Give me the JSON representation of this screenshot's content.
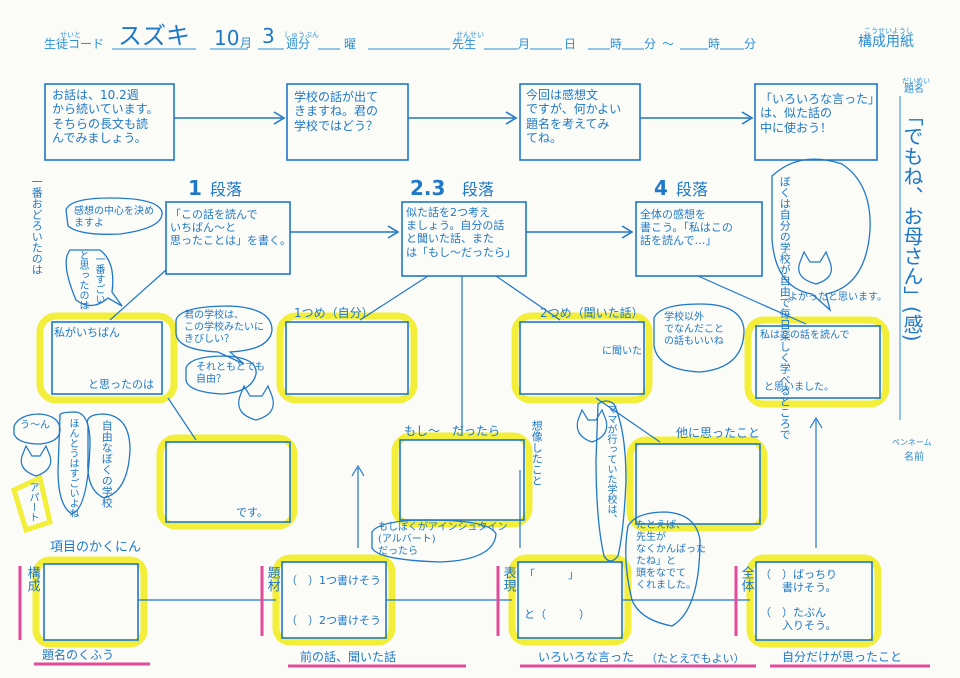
{
  "header": {
    "student_code_label": "生徒コード",
    "student_code_ruby": "せいと",
    "student_name": "スズキ",
    "month": "10",
    "month_unit": "月",
    "week_num": "3",
    "week_unit": "週分",
    "week_ruby": "しゅうぶん",
    "day_unit": "曜",
    "teacher_label": "先生",
    "teacher_ruby": "せんせい",
    "date_month": "月",
    "date_day": "日",
    "hour": "時",
    "minute": "分",
    "tilde": "～",
    "hour2": "時",
    "minute2": "分",
    "form_title": "構成用紙",
    "form_title_ruby": "こうせいようし"
  },
  "title_area": {
    "label": "題名",
    "ruby": "だいめい",
    "title_text": "「でもね、お母さん」(感)"
  },
  "penname": {
    "label": "ペンネーム",
    "name_label": "名前"
  },
  "top_notes": [
    {
      "text": "お話は、10.2週\nから続いています。\nそちらの長文も読\nんでみましょう。"
    },
    {
      "text": "学校の話が出て\nきますね。君の\n学校ではどう？"
    },
    {
      "text": "今回は感想文\nですが、何かよい\n題名を考えてみ\nてね。"
    },
    {
      "text": "「いろいろな言った」\nは、似た話の\n中に使おう！"
    }
  ],
  "sections": {
    "p1_num": "1",
    "p1_label": "段落",
    "p23_num": "2.3",
    "p23_label": "段落",
    "p4_num": "4",
    "p4_label": "段落"
  },
  "section_boxes": {
    "p1": "「この話を読んで\nいちばん～と\n思ったことは」を書く。",
    "p23": "似た話を2つ考え\nましょう。自分の話\nと聞いた話、また\nは「もし～だったら」",
    "p4": "全体の感想を\n書こう。「私はこの\n話を読んで…」"
  },
  "margin_notes": {
    "left_vertical": "一番おどろいたのは",
    "kanso_bubble": "感想の中心を決めますよ",
    "to_omotta": "と思ったのは",
    "ichiban_sugoi": "一番すごい",
    "ue_n": "う～ん",
    "hontou_sugoi": "ほんとうはすごいよね",
    "jiyuu_gakkou": "自由なぼくの学校",
    "apart": "アパート",
    "cat_right": "ぼくは自分の学校が自由で毎日楽しく学べるところで",
    "cat_right_end": "よかったと思います。",
    "kimi_gakkou": "君の学校は、\nこの学校みたいに\nきびしい？",
    "soretomo": "それともとても\n自由？",
    "gakkou_igai": "学校以外\nでなんだこと\nの話もいいね",
    "mama_vertical": "ママが行っていた学校は、",
    "souzou": "想像したこと",
    "einstein": "もしぼくがアインシュタイン\n(アルバート)\nだったら",
    "tatoeba": "たとえば、\n先生が\nなくかんばった\nたね」と\n頭をなでて\nくれました。"
  },
  "row2": {
    "watashi_ichiban": "私がいちばん",
    "to_omotta_no_wa": "と思ったのは",
    "hitotsume": "1つめ（自分）",
    "futatsume": "2つめ（聞いた話）",
    "ni_kiita": "に聞いた",
    "watashi_kono": "私はこの話を読んで",
    "to_omoimashita": "と思いました。"
  },
  "row3": {
    "desu": "です。",
    "moshi": "もし～　だったら",
    "hoka_ni": "他に思ったこと"
  },
  "row4": {
    "koumoku": "項目のかくにん",
    "kousei_v": "構成",
    "daizai_v": "題材",
    "hyougen_v": "表現",
    "zentai_v": "全体",
    "hitotsu_kakeru": "（　）1つ書けそう",
    "futatsu_kakeru": "（　）2つ書けそう",
    "to_kakko": "と（　　　）",
    "kakko_top": "「　　　」",
    "bacchiri": "（　）ばっちり\n　　書けそう。",
    "tabun": "（　）たぶん\n　　入りそう。"
  },
  "footer": {
    "f1": "題名のくふう",
    "f2": "前の話、聞いた話",
    "f3": "いろいろな言った",
    "f3b": "（たとえでもよい）",
    "f4": "自分だけが思ったこと"
  },
  "colors": {
    "ink": "#1f78c8",
    "highlight": "#f3ee3a",
    "pink": "#e24a9a",
    "print": "#2a8fd6"
  }
}
